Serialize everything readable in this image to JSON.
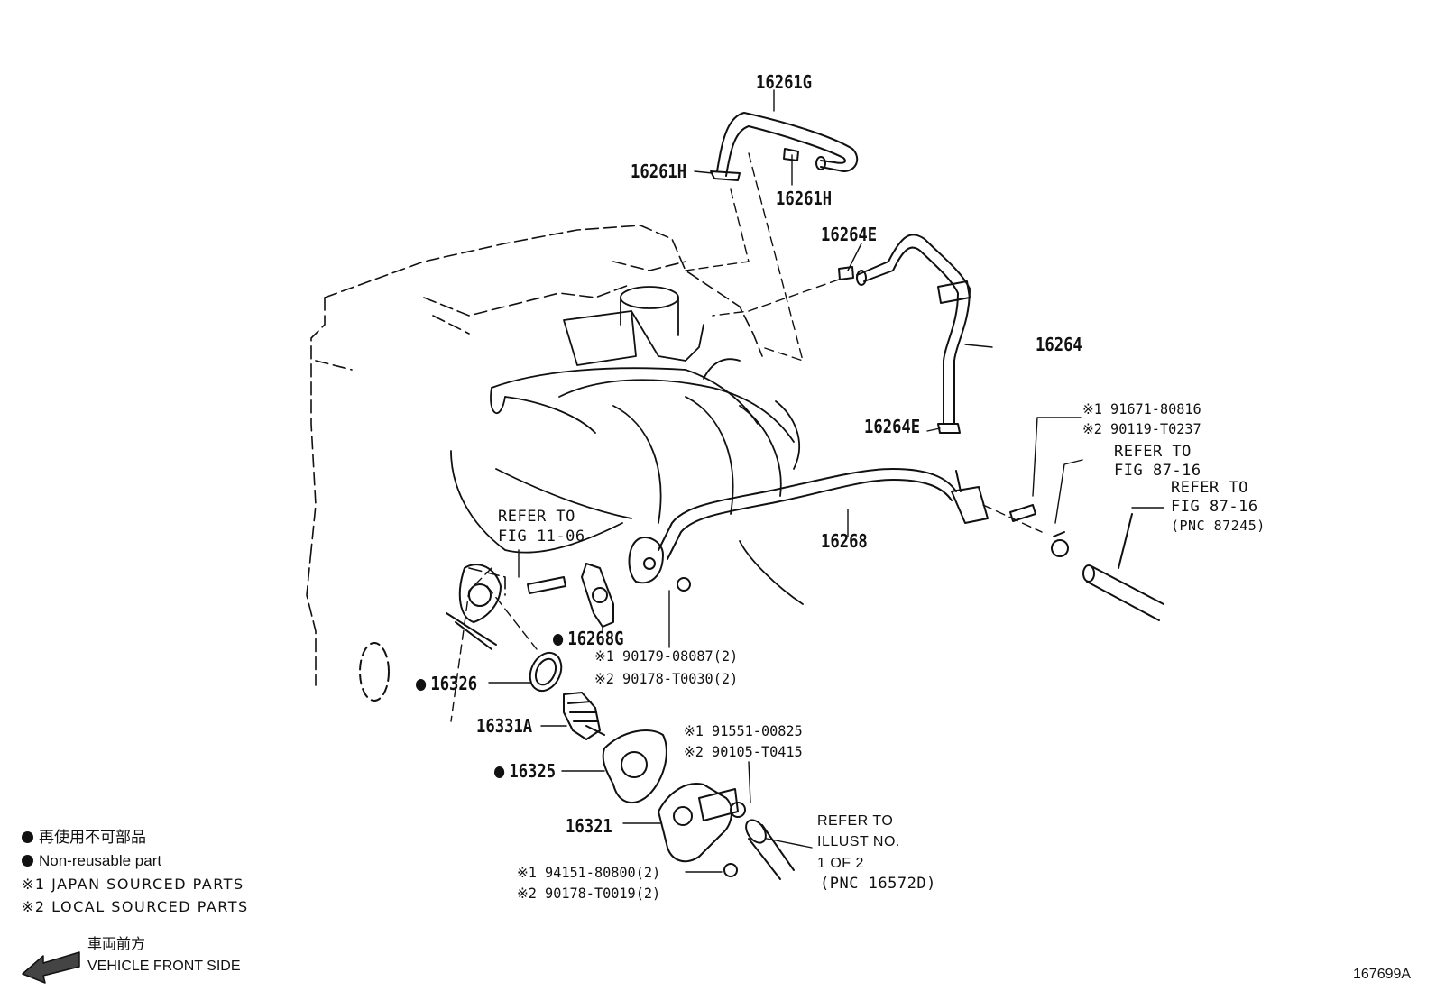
{
  "parts": {
    "p16261G": "16261G",
    "p16261H_left": "16261H",
    "p16261H_right": "16261H",
    "p16264E_top": "16264E",
    "p16264E_bottom": "16264E",
    "p16264": "16264",
    "p16268": "16268",
    "p16268G": "16268G",
    "p16326": "16326",
    "p16331A": "16331A",
    "p16325": "16325",
    "p16321": "16321"
  },
  "part_numbers": {
    "clamp_j": "※1 91671-80816",
    "clamp_l": "※2 90119-T0237",
    "nut_j": "※1 90179-08087(2)",
    "nut_l": "※2 90178-T0030(2)",
    "bolt_j": "※1 91551-00825",
    "bolt_l": "※2 90105-T0415",
    "stud_j": "※1 94151-80800(2)",
    "stud_l": "※2 90178-T0019(2)"
  },
  "refs": {
    "ref_11_06_a": "REFER TO",
    "ref_11_06_b": "FIG 11-06",
    "ref_87_16a_a": "REFER TO",
    "ref_87_16a_b": "FIG 87-16",
    "ref_87_16b_a": "REFER TO",
    "ref_87_16b_b": "FIG 87-16",
    "ref_87_16b_c": "(PNC 87245)",
    "ref_illust_a": "REFER TO",
    "ref_illust_b": "ILLUST NO.",
    "ref_illust_c": "1 OF 2",
    "ref_illust_d": "(PNC 16572D)"
  },
  "legend": {
    "jp_nonreusable": "再使用不可部品",
    "nonreusable": "Non-reusable part",
    "japan": "※1 JAPAN SOURCED PARTS",
    "local": "※2 LOCAL SOURCED PARTS",
    "front_jp": "車両前方",
    "front": "VEHICLE FRONT SIDE"
  },
  "figure_id": "167699A"
}
